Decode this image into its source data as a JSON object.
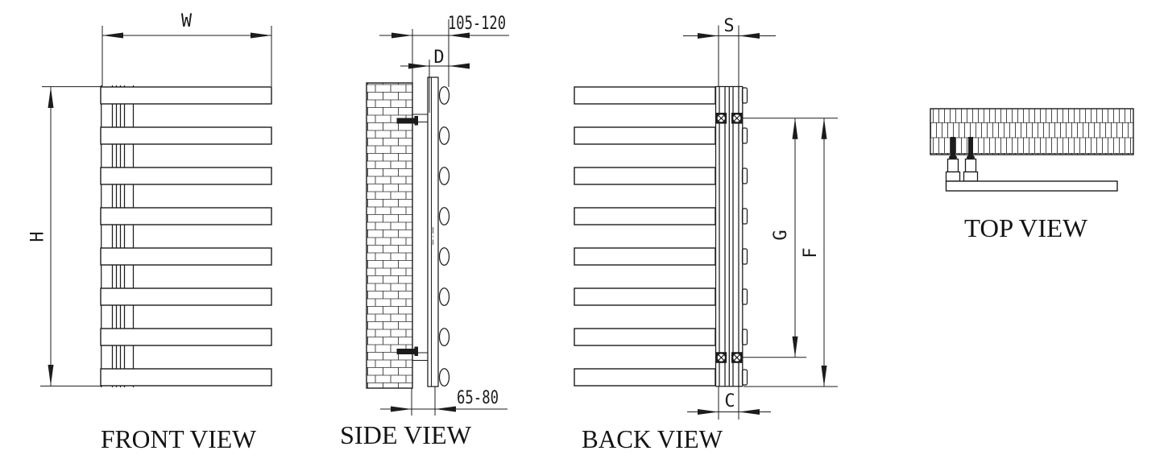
{
  "meta": {
    "background_color": "#ffffff",
    "line_color": "#1c1c1c"
  },
  "views": {
    "front": {
      "label": "FRONT VIEW",
      "rail_count": 8
    },
    "side": {
      "label": "SIDE VIEW"
    },
    "back": {
      "label": "BACK VIEW",
      "rail_count": 8
    },
    "top": {
      "label": "TOP VIEW"
    }
  },
  "dimensions": {
    "w": {
      "label": "W"
    },
    "h": {
      "label": "H"
    },
    "d": {
      "label": "D"
    },
    "front_offset": {
      "label": "105-120"
    },
    "axis_offset": {
      "label": "65-80"
    },
    "s": {
      "label": "S"
    },
    "g": {
      "label": "G"
    },
    "f": {
      "label": "F"
    },
    "c": {
      "label": "C"
    }
  }
}
